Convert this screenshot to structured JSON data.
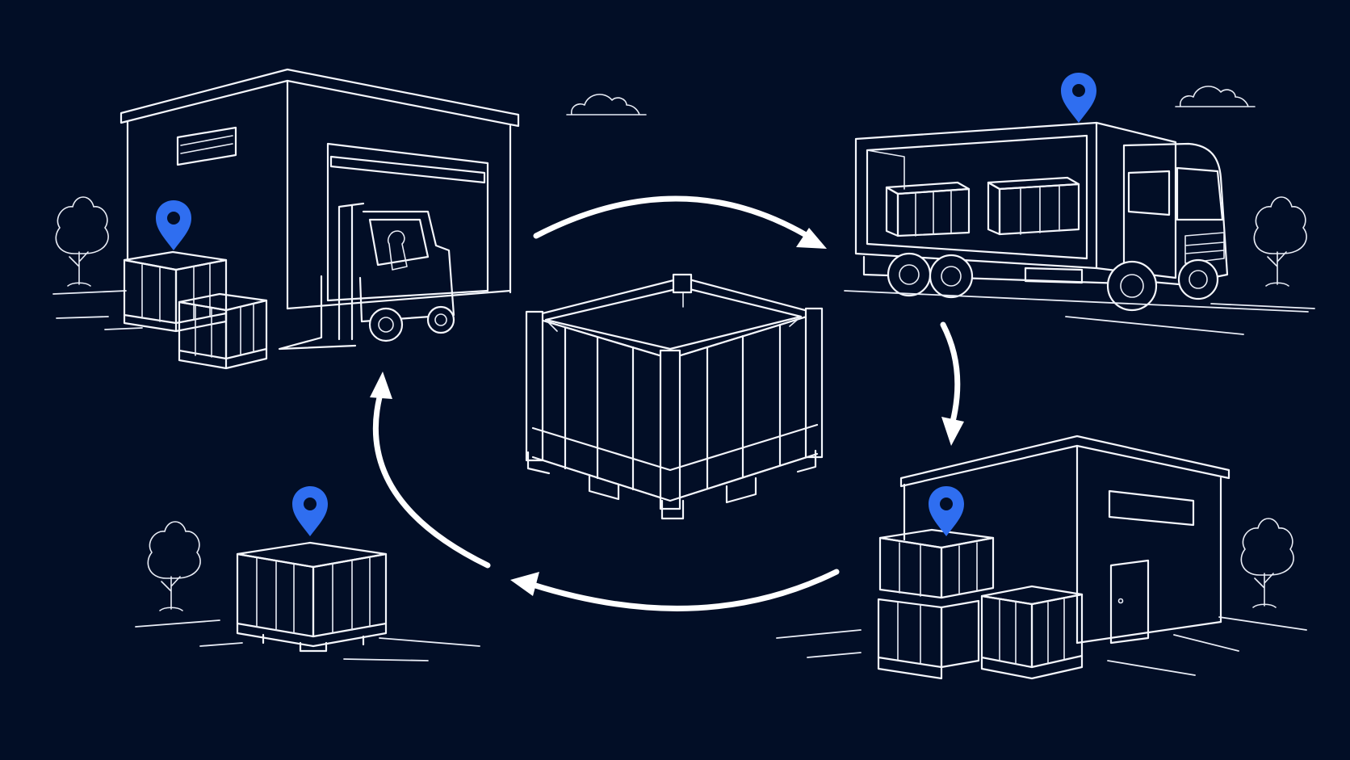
{
  "diagram": {
    "type": "circular-flow",
    "direction": "clockwise",
    "center": "crate-icon",
    "stages": [
      {
        "id": "warehouse",
        "icon": "warehouse-with-forklift"
      },
      {
        "id": "transport",
        "icon": "box-truck"
      },
      {
        "id": "destination",
        "icon": "warehouse-with-stacked-crates"
      },
      {
        "id": "return",
        "icon": "single-crate"
      }
    ]
  },
  "colors": {
    "background": "#020e26",
    "line": "#f4f6fb",
    "pin": "#2f6ef0"
  }
}
